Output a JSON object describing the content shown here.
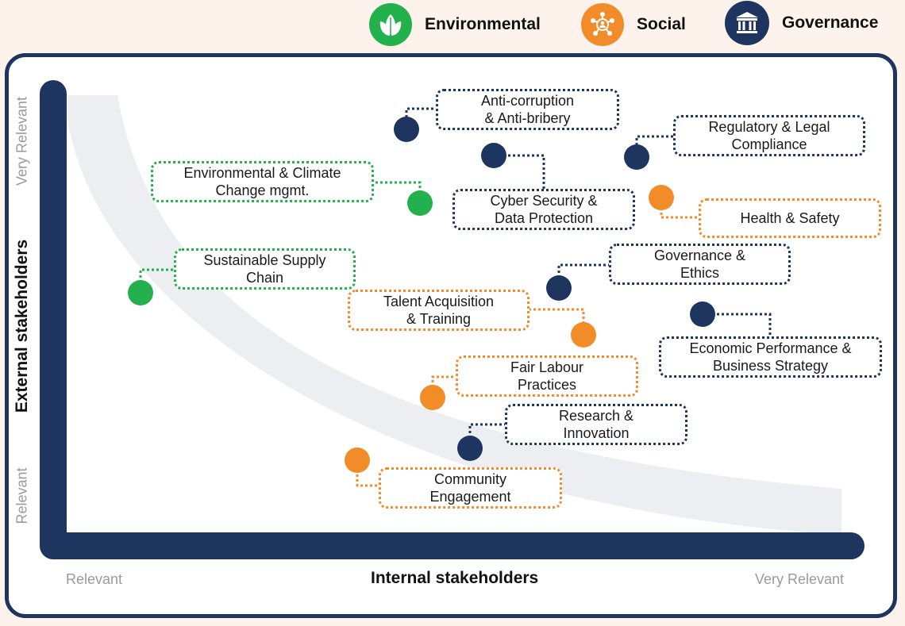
{
  "legend": [
    {
      "label": "Environmental",
      "color": "#22b14c",
      "icon": "leaf-icon"
    },
    {
      "label": "Social",
      "color": "#f28c28",
      "icon": "network-people-icon"
    },
    {
      "label": "Governance",
      "color": "#1e3560",
      "icon": "bank-building-icon"
    }
  ],
  "axes": {
    "x_title": "Internal stakeholders",
    "y_title": "External stakeholders",
    "x_low": "Relevant",
    "x_high": "Very Relevant",
    "y_low": "Relevant",
    "y_high": "Very Relevant"
  },
  "topics": [
    {
      "label": "Anti-corruption\n& Anti-bribery",
      "category": "Governance"
    },
    {
      "label": "Regulatory & Legal\nCompliance",
      "category": "Governance"
    },
    {
      "label": "Environmental & Climate\nChange mgmt.",
      "category": "Environmental"
    },
    {
      "label": "Cyber Security &\nData Protection",
      "category": "Governance"
    },
    {
      "label": "Health & Safety",
      "category": "Social"
    },
    {
      "label": "Governance &\nEthics",
      "category": "Governance"
    },
    {
      "label": "Sustainable Supply\nChain",
      "category": "Environmental"
    },
    {
      "label": "Talent Acquisition\n& Training",
      "category": "Social"
    },
    {
      "label": "Economic Performance &\nBusiness Strategy",
      "category": "Governance"
    },
    {
      "label": "Fair Labour\nPractices",
      "category": "Social"
    },
    {
      "label": "Research &\nInnovation",
      "category": "Governance"
    },
    {
      "label": "Community\nEngagement",
      "category": "Social"
    }
  ],
  "colors": {
    "Environmental": "#22b14c",
    "Social": "#f28c28",
    "Governance": "#1e3560",
    "band": "#eceef2"
  }
}
